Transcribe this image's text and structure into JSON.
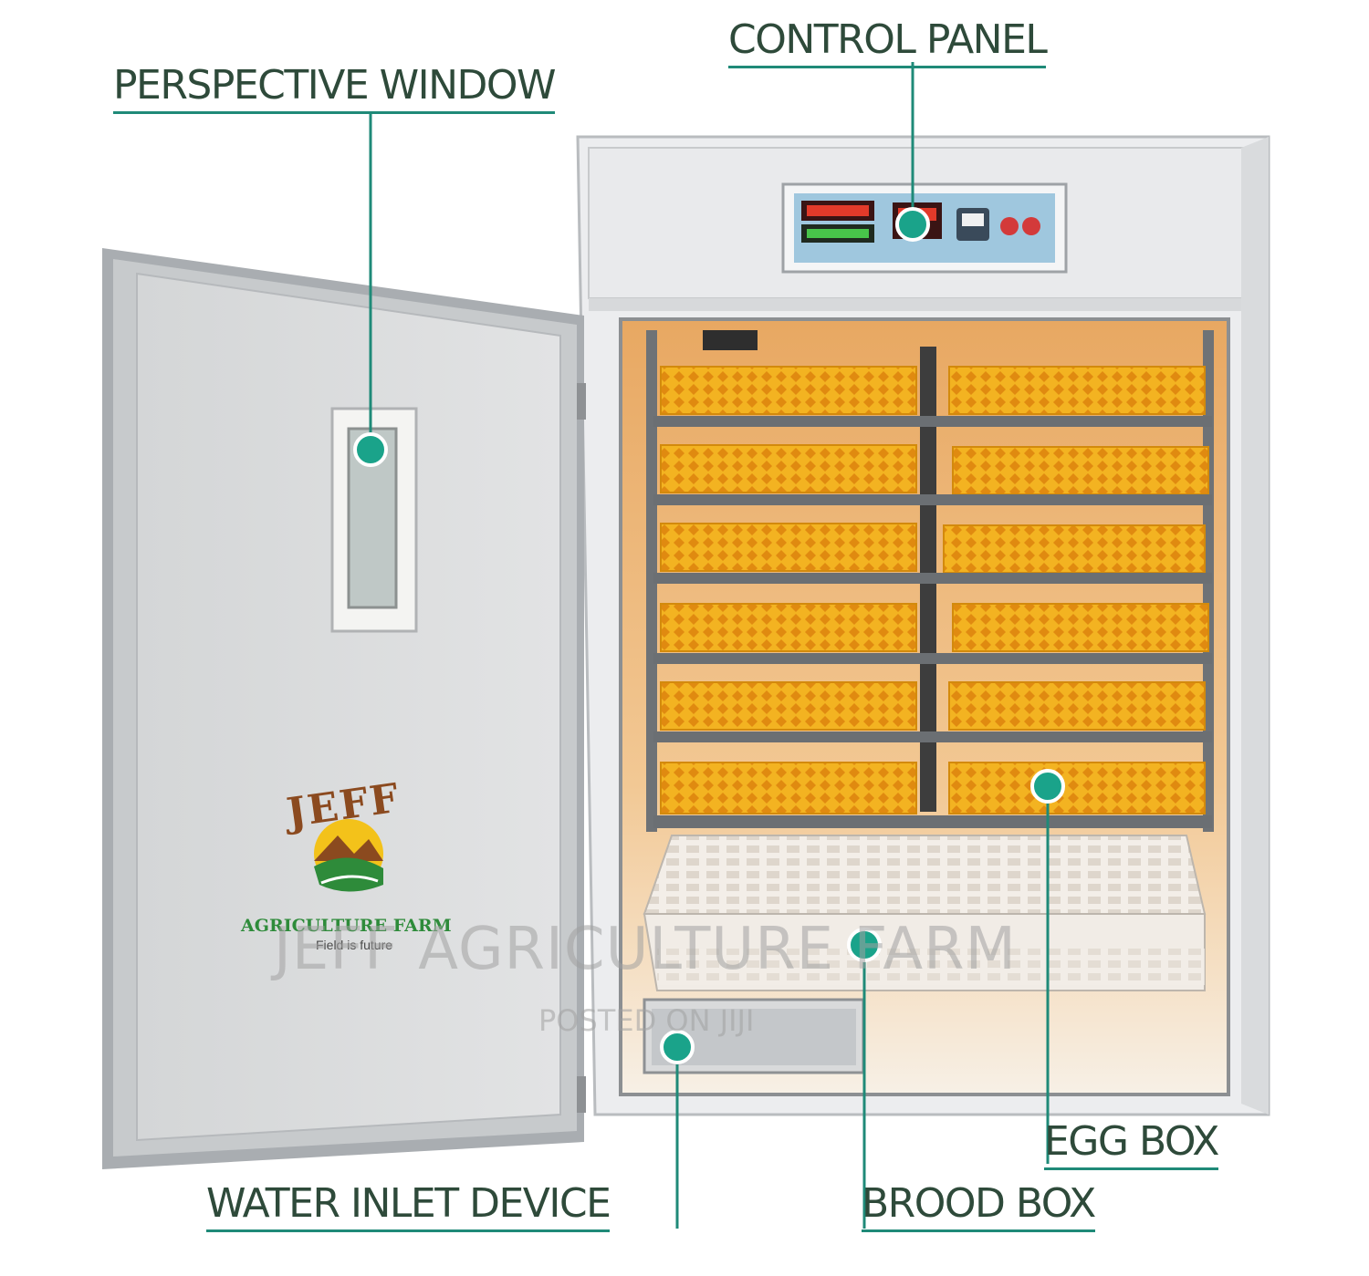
{
  "labels": {
    "perspective_window": "PERSPECTIVE WINDOW",
    "control_panel": "CONTROL PANEL",
    "egg_box": "EGG BOX",
    "water_inlet_device": "WATER INLET DEVICE",
    "brood_box": "BROOD BOX"
  },
  "logo": {
    "top": "JEFF",
    "name": "AGRICULTURE FARM",
    "tagline": "Field is future"
  },
  "watermark": {
    "main": "JEFF AGRICULTURE FARM",
    "sub": "POSTED ON JIJI"
  },
  "colors": {
    "accent": "#1f8a78",
    "label_text": "#2e4a3a",
    "tray": "#f3b321",
    "cabinet": "#e6e8ea",
    "logo_brown": "#8b4a1f",
    "logo_green": "#2e8b3a"
  }
}
